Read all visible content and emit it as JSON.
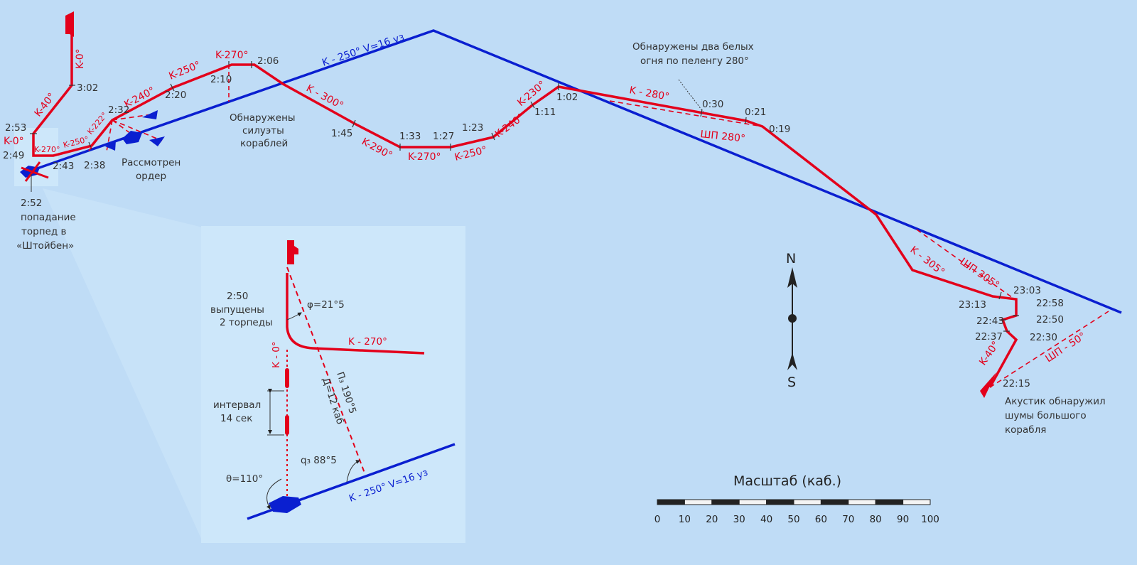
{
  "enemy_course_label": "K - 250° V=16 уз",
  "own_courses": {
    "k0_top": "K-0°",
    "k40": "K-40°",
    "k0_left": "K-0°",
    "k270_small": "K-270°",
    "k250_small": "K-250°",
    "k222": "K-222°",
    "k240a": "K-240°",
    "k250a": "K-250°",
    "k270a": "K-270°",
    "k300": "K - 300°",
    "k290": "K-290°",
    "k270b": "K-270°",
    "k250b": "K-250°",
    "k240b": "K-240°",
    "k230": "K-230°",
    "k280": "K - 280°",
    "k305": "K - 305°",
    "k40b": "K-40°"
  },
  "bearings": {
    "sp280": "ШП 280°",
    "sp305": "ШП 305°",
    "sp50": "ШП - 50°"
  },
  "times": {
    "t302": "3:02",
    "t253": "2:53",
    "t249": "2:49",
    "t243": "2:43",
    "t238": "2:38",
    "t232": "2:32",
    "t220": "2:20",
    "t210": "2:10",
    "t206": "2:06",
    "t145": "1:45",
    "t133": "1:33",
    "t127": "1:27",
    "t123": "1:23",
    "t111": "1:11",
    "t102": "1:02",
    "t030": "0:30",
    "t021": "0:21",
    "t019": "0:19",
    "t2303": "23:03",
    "t2313": "23:13",
    "t2258": "22:58",
    "t2243": "22:43",
    "t2250": "22:50",
    "t2237": "22:37",
    "t2230": "22:30",
    "t2215": "22:15"
  },
  "notes": {
    "two_lights": [
      "Обнаружены два белых",
      "огня по пеленгу 280°"
    ],
    "silhouettes": [
      "Обнаружены",
      "силуэты",
      "кораблей"
    ],
    "order": [
      "Рассмотрен",
      "ордер"
    ],
    "hit": [
      "2:52",
      "попадание",
      "торпед в",
      "«Штойбен»"
    ],
    "acoustic": [
      "Акустик обнаружил",
      "шумы большого",
      "корабля"
    ]
  },
  "compass": {
    "north": "N",
    "south": "S"
  },
  "scale": {
    "title": "Масштаб (каб.)",
    "ticks": [
      "0",
      "10",
      "20",
      "30",
      "40",
      "50",
      "60",
      "70",
      "80",
      "90",
      "100"
    ]
  },
  "inset": {
    "fired": [
      "2:50",
      "выпущены",
      "2 торпеды"
    ],
    "phi": "φ=21°5",
    "k270": "K - 270°",
    "k0": "K - 0°",
    "interval": [
      "интервал",
      "14 сек"
    ],
    "bearing": "П₃ 190°5",
    "distance": "Д=12 каб",
    "q": "q₃ 88°5",
    "theta": "θ=110°",
    "enemy": "K - 250° V=16 уз"
  },
  "colors": {
    "own_track": "#e3001b",
    "enemy_track": "#0a1fd0",
    "background": "#bfdcf6",
    "inset_bg": "#cde7fa"
  }
}
